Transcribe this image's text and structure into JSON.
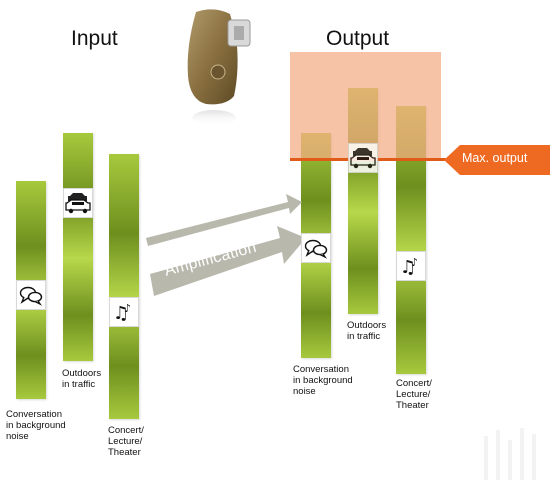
{
  "headings": {
    "input": "Input",
    "output": "Output"
  },
  "max_output_label": "Max. output",
  "amplification_label": "Amplification",
  "captions": {
    "conversation": "Conversation\nin background\nnoise",
    "outdoors": "Outdoors\nin traffic",
    "concert": "Concert/\nLecture/\nTheater"
  },
  "icons": {
    "conversation": "speech-bubbles-icon",
    "outdoors": "car-traffic-icon",
    "concert": "music-notes-icon",
    "device": "hearing-aid-device"
  },
  "colors": {
    "bar": "#8fb12b",
    "max_zone": "#f4ac84",
    "max_line": "#e05a18",
    "arrow": "#b8b8ad"
  }
}
